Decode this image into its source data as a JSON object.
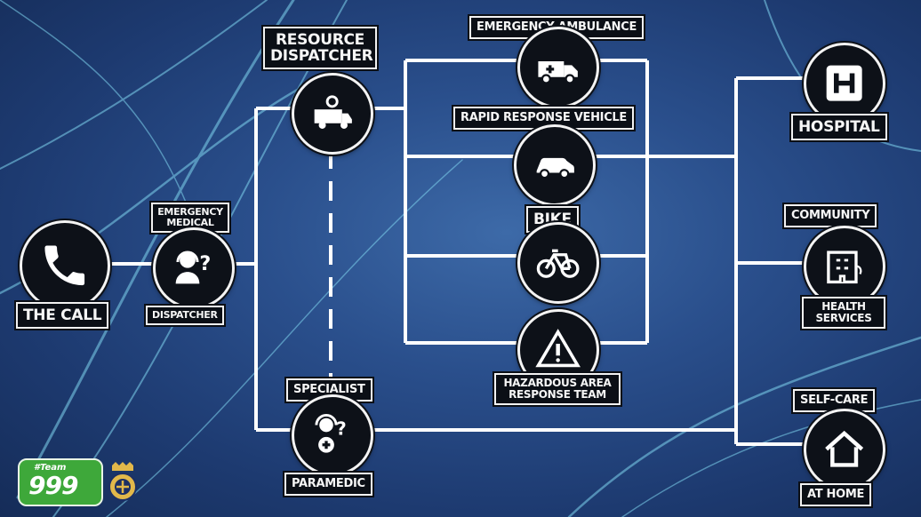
{
  "nodes": {
    "the_call": "THE CALL",
    "emd_top": "EMERGENCY MEDICAL",
    "emd_bottom": "DISPATCHER",
    "resource_dispatcher": "RESOURCE DISPATCHER",
    "specialist": "SPECIALIST",
    "paramedic": "PARAMEDIC",
    "emergency_ambulance": "EMERGENCY AMBULANCE",
    "rapid_response_vehicle": "RAPID RESPONSE VEHICLE",
    "bike": "BIKE",
    "hart": "HAZARDOUS AREA RESPONSE TEAM",
    "hospital": "HOSPITAL",
    "community_top": "COMMUNITY",
    "community_bottom": "HEALTH SERVICES",
    "selfcare_top": "SELF-CARE",
    "selfcare_bottom": "AT HOME"
  },
  "logo": {
    "tag": "#Team",
    "number": "999"
  },
  "colors": {
    "background": "#2a4f8c",
    "node": "#0d1118",
    "line": "#ffffff",
    "logo_green": "#3ea83a"
  },
  "icons": [
    "phone-icon",
    "headset-question-icon",
    "ambulance-icon",
    "car-icon",
    "bicycle-icon",
    "warning-icon",
    "hospital-icon",
    "building-icon",
    "house-icon"
  ]
}
